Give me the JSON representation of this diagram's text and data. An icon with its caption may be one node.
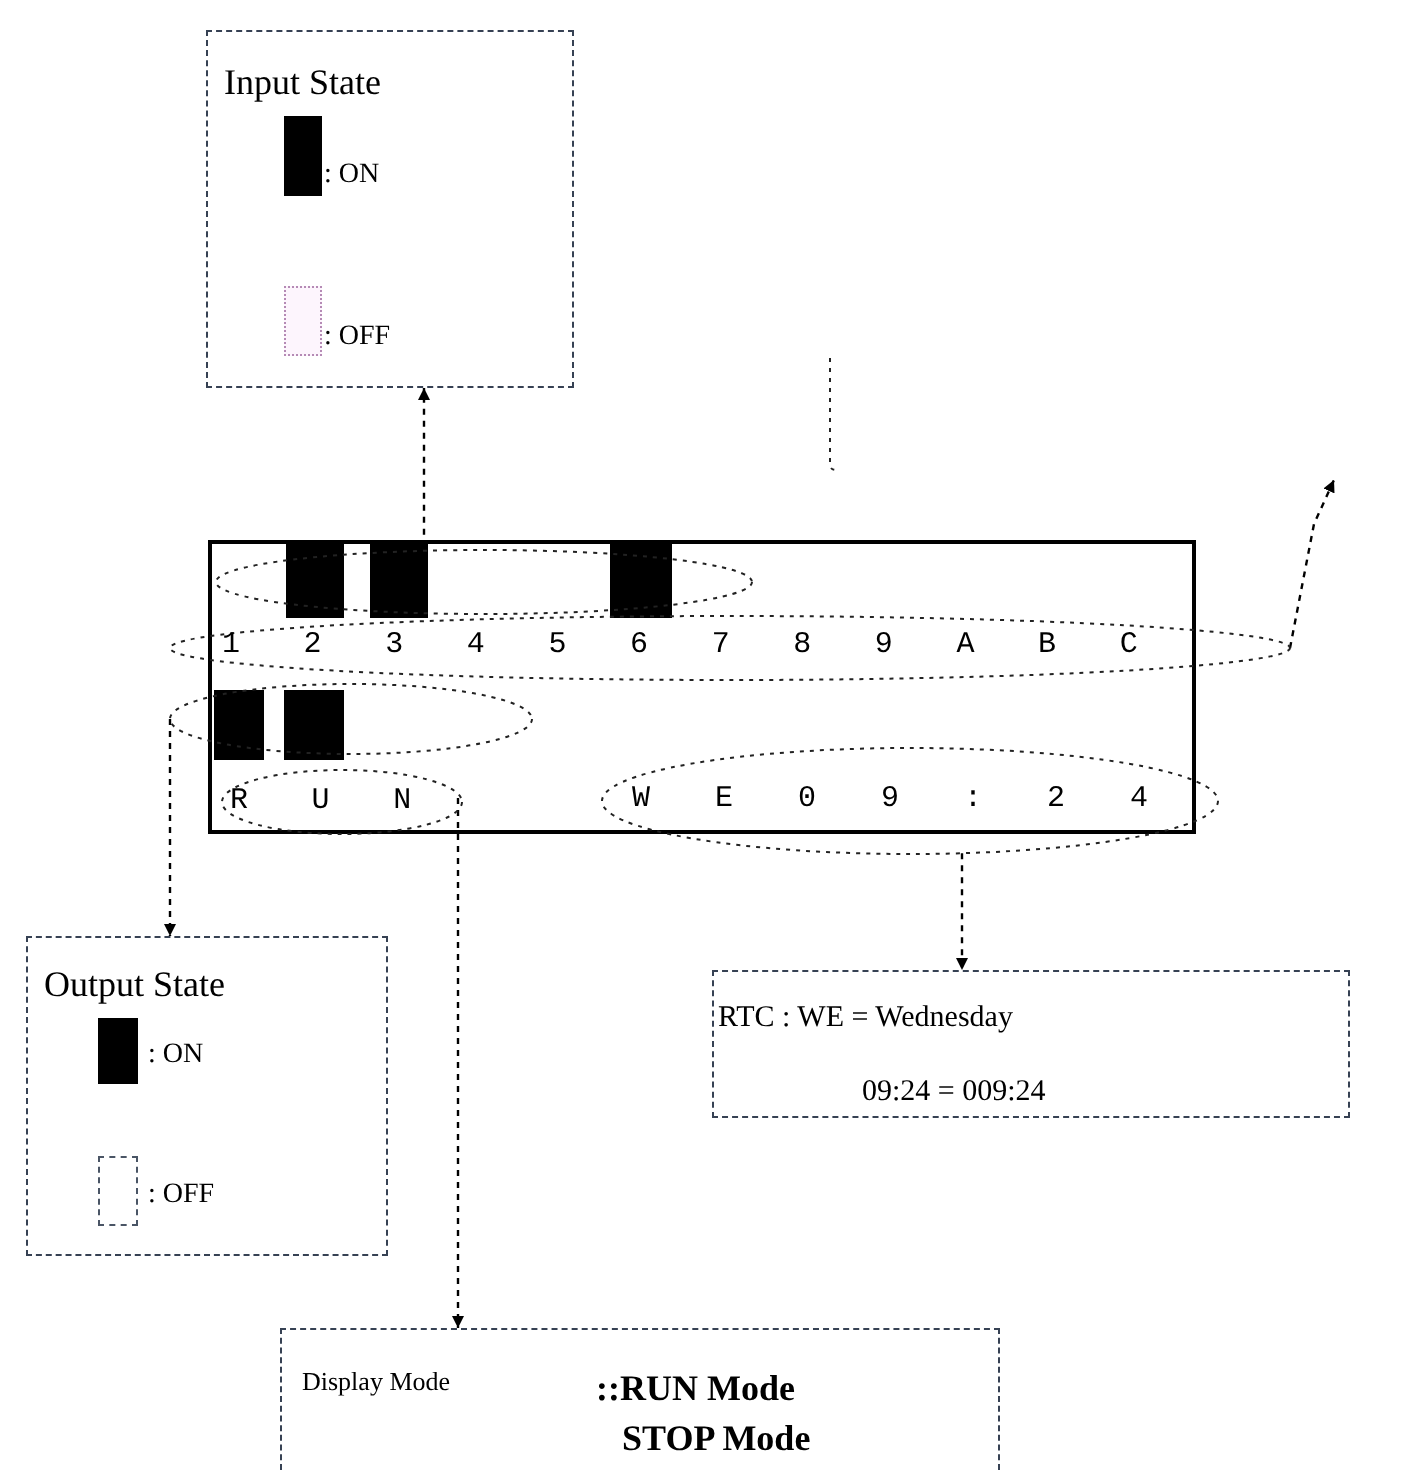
{
  "diagram": {
    "nodes": [
      {
        "text": [
          "Input State",
          ": ON",
          ": OFF"
        ]
      },
      {
        "text": [],
        "shape": "box"
      },
      {
        "text": [],
        "shape": "ellipse",
        "in": 1
      },
      {
        "text": [
          "1 2 3 4 5 6 7 8 9 A B C"
        ]
      },
      {
        "text": [],
        "shape": "ellipse"
      },
      {
        "text": [
          "R U N"
        ],
        "in": 1
      },
      {
        "text": [
          "W E 0 9 : 2 4"
        ]
      },
      {
        "text": [
          "Output State",
          ": ON",
          ": OFF"
        ]
      },
      {
        "text": [
          "RTC : WE = Wednesday",
          "09:24 = 009:24"
        ]
      },
      {
        "text": [
          "Display Mode",
          "::RUN Mode",
          "STOP Mode"
        ]
      }
    ],
    "edges": [
      {
        "from": 2,
        "to": 0,
        "arrow": "to"
      },
      {
        "from": 3,
        "to": null,
        "arrow": "to"
      },
      {
        "from": 4,
        "to": 7,
        "arrow": "to"
      },
      {
        "from": 5,
        "to": 9,
        "arrow": "to"
      },
      {
        "from": 6,
        "to": 8,
        "arrow": "to"
      }
    ]
  }
}
